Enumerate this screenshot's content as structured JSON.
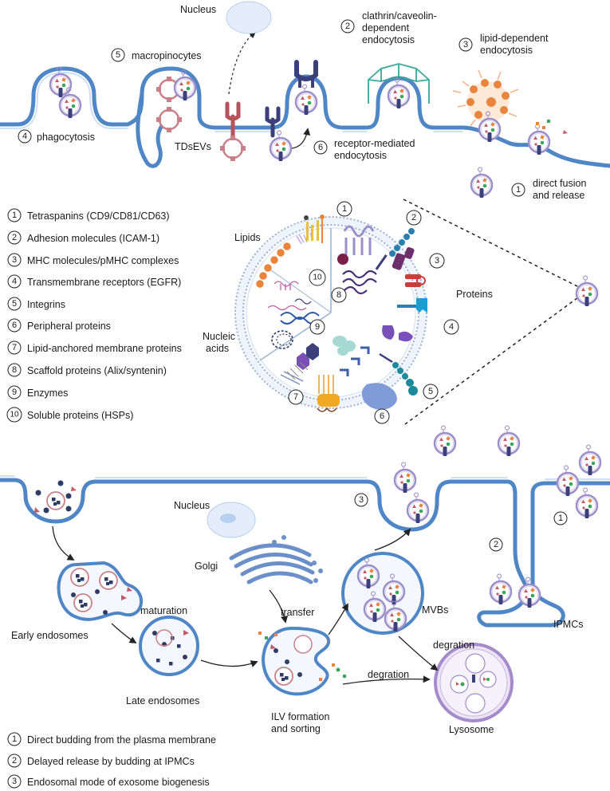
{
  "labels": {
    "nucleus_top": "Nucleus",
    "macropinocytes": "macropinocytes",
    "clathrin": [
      "clathrin/caveolin-",
      "dependent",
      "endocytosis"
    ],
    "lipid_dependent": [
      "lipid-dependent",
      "endocytosis"
    ],
    "phagocytosis": "phagocytosis",
    "tdsevs": "TDsEVs",
    "receptor_mediated": [
      "receptor-mediated",
      "endocytosis"
    ],
    "direct_fusion": [
      "direct fusion",
      "and release"
    ],
    "lipids": "Lipids",
    "nucleic_acids": [
      "Nucleic",
      "acids"
    ],
    "proteins": "Proteins",
    "nucleus_bottom": "Nucleus",
    "golgi": "Golgi",
    "transfer": "transfer",
    "maturation": "maturation",
    "early_endosomes": "Early endosomes",
    "late_endosomes": "Late endosomes",
    "ilv_formation": [
      "ILV formation",
      "and sorting"
    ],
    "mvbs": "MVBs",
    "degration_1": "degration",
    "degration_2": "degration",
    "lysosome": "Lysosome",
    "ipmcs": "IPMCs"
  },
  "top_numbers": [
    "1",
    "2",
    "3",
    "4",
    "5",
    "6"
  ],
  "legend_proteins": [
    {
      "num": "1",
      "text": "Tetraspanins (CD9/CD81/CD63)"
    },
    {
      "num": "2",
      "text": "Adhesion molecules (ICAM-1)"
    },
    {
      "num": "3",
      "text": "MHC molecules/pMHC complexes"
    },
    {
      "num": "4",
      "text": "Transmembrane receptors (EGFR)"
    },
    {
      "num": "5",
      "text": "Integrins"
    },
    {
      "num": "6",
      "text": "Peripheral proteins"
    },
    {
      "num": "7",
      "text": "Lipid-anchored membrane proteins"
    },
    {
      "num": "8",
      "text": "Scaffold proteins (Alix/syntenin)"
    },
    {
      "num": "9",
      "text": "Enzymes"
    },
    {
      "num": "10",
      "text": "Soluble proteins (HSPs)"
    }
  ],
  "exosome_numbers": [
    "1",
    "2",
    "3",
    "4",
    "5",
    "6",
    "7",
    "8",
    "9",
    "10"
  ],
  "bottom_numbers": [
    "1",
    "2",
    "3"
  ],
  "legend_biogenesis": [
    {
      "num": "1",
      "text": "Direct budding from the plasma membrane"
    },
    {
      "num": "2",
      "text": "Delayed release by budding at IPMCs"
    },
    {
      "num": "3",
      "text": "Endosomal mode of exosome biogenesis"
    }
  ],
  "colors": {
    "membrane": "#4f86c6",
    "membrane_light": "#cfe0f3",
    "vesicle_ring": "#9b8fc9",
    "receptor_red": "#b5525c",
    "receptor_navy": "#3b3f7a",
    "clathrin": "#3aa89a",
    "lipid_orange": "#e8843c",
    "lysosome": "#a58bc9"
  }
}
